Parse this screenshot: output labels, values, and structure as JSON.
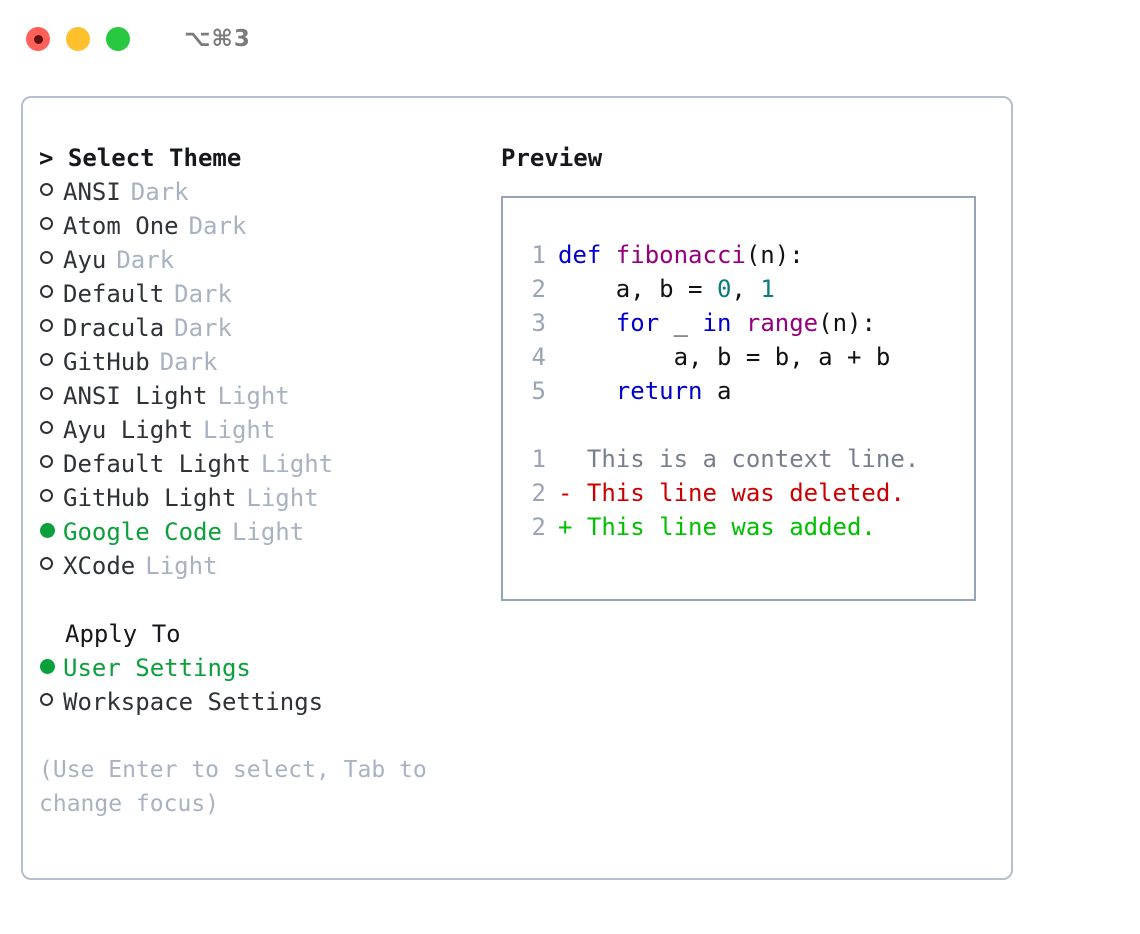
{
  "window": {
    "title": "⌥⌘3",
    "traffic_lights": [
      {
        "name": "close-button",
        "color": "#ff6058"
      },
      {
        "name": "minimize-button",
        "color": "#ffc02e"
      },
      {
        "name": "maximize-button",
        "color": "#28c840"
      }
    ]
  },
  "left": {
    "heading": "> Select Theme",
    "themes": [
      {
        "marker": "o",
        "name": "ANSI",
        "tag": "Dark",
        "selected": false
      },
      {
        "marker": "o",
        "name": "Atom One",
        "tag": "Dark",
        "selected": false
      },
      {
        "marker": "o",
        "name": "Ayu",
        "tag": "Dark",
        "selected": false
      },
      {
        "marker": "o",
        "name": "Default",
        "tag": "Dark",
        "selected": false
      },
      {
        "marker": "o",
        "name": "Dracula",
        "tag": "Dark",
        "selected": false
      },
      {
        "marker": "o",
        "name": "GitHub",
        "tag": "Dark",
        "selected": false
      },
      {
        "marker": "o",
        "name": "ANSI Light",
        "tag": "Light",
        "selected": false
      },
      {
        "marker": "o",
        "name": "Ayu Light",
        "tag": "Light",
        "selected": false
      },
      {
        "marker": "o",
        "name": "Default Light",
        "tag": "Light",
        "selected": false
      },
      {
        "marker": "o",
        "name": "GitHub Light",
        "tag": "Light",
        "selected": false
      },
      {
        "marker": "●",
        "name": "Google Code",
        "tag": "Light",
        "selected": true
      },
      {
        "marker": "o",
        "name": "XCode",
        "tag": "Light",
        "selected": false
      }
    ],
    "apply_to": {
      "label": "Apply To",
      "options": [
        {
          "marker": "●",
          "name": "User Settings",
          "selected": true
        },
        {
          "marker": "o",
          "name": "Workspace Settings",
          "selected": false
        }
      ]
    },
    "hint": "(Use Enter to select, Tab to change focus)"
  },
  "right": {
    "heading": "Preview",
    "code_lines": [
      {
        "num": "1",
        "tokens": [
          {
            "t": "def ",
            "c": "kw"
          },
          {
            "t": "fibonacci",
            "c": "fn"
          },
          {
            "t": "(n):",
            "c": "plain"
          }
        ]
      },
      {
        "num": "2",
        "tokens": [
          {
            "t": "    a, b = ",
            "c": "plain"
          },
          {
            "t": "0",
            "c": "num"
          },
          {
            "t": ", ",
            "c": "plain"
          },
          {
            "t": "1",
            "c": "num"
          }
        ]
      },
      {
        "num": "3",
        "tokens": [
          {
            "t": "    ",
            "c": "plain"
          },
          {
            "t": "for",
            "c": "kw"
          },
          {
            "t": " _ ",
            "c": "plain"
          },
          {
            "t": "in",
            "c": "kw"
          },
          {
            "t": " ",
            "c": "plain"
          },
          {
            "t": "range",
            "c": "fn"
          },
          {
            "t": "(n):",
            "c": "plain"
          }
        ]
      },
      {
        "num": "4",
        "tokens": [
          {
            "t": "        a, b = b, a + b",
            "c": "plain"
          }
        ]
      },
      {
        "num": "5",
        "tokens": [
          {
            "t": "    ",
            "c": "plain"
          },
          {
            "t": "return",
            "c": "kw"
          },
          {
            "t": " a",
            "c": "plain"
          }
        ]
      }
    ],
    "diff_lines": [
      {
        "num": "1",
        "text": "  This is a context line.",
        "kind": "ctx"
      },
      {
        "num": "2",
        "text": "- This line was deleted.",
        "kind": "del"
      },
      {
        "num": "2",
        "text": "+ This line was added.",
        "kind": "add"
      }
    ]
  },
  "colors": {
    "accent_green": "#0ca03c",
    "muted": "#a8b2c1",
    "border": "#b6bfcc",
    "preview_border": "#97a3b6",
    "keyword": "#0000cc",
    "function": "#96007d",
    "number": "#0b7b7b",
    "diff_add": "#00c000",
    "diff_del": "#cc0000"
  }
}
